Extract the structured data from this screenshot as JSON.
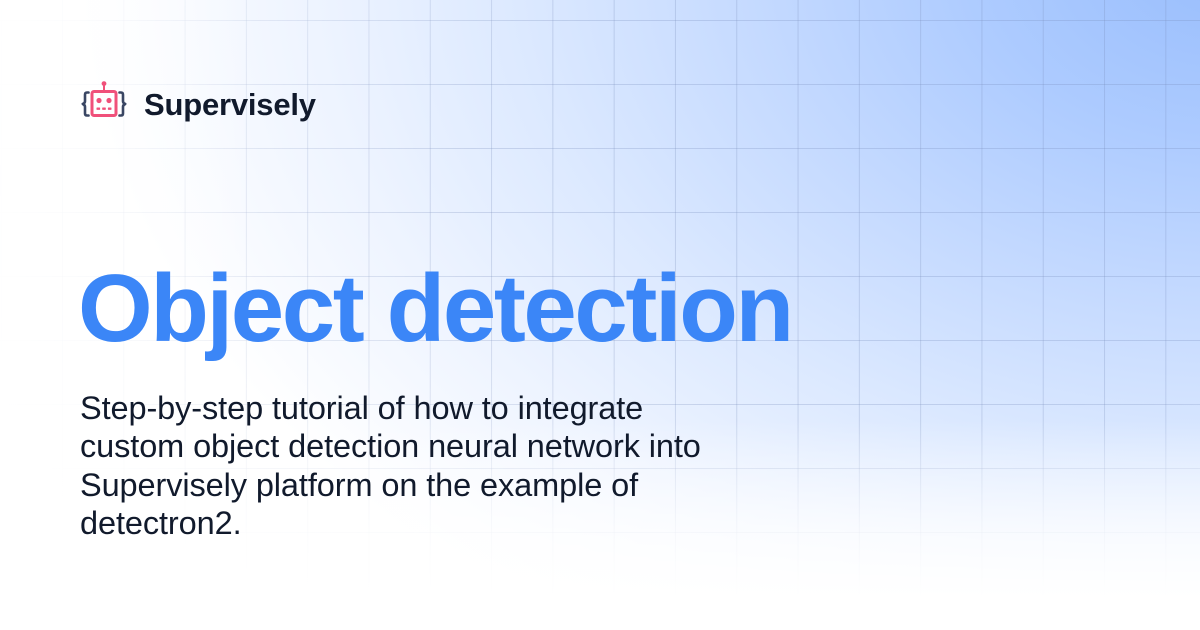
{
  "brand": {
    "name": "Supervisely",
    "logo_icon": "robot-braces-icon",
    "logo_colors": {
      "robot": "#f0507a",
      "braces": "#3a4663"
    }
  },
  "title": "Object detection",
  "subtitle": {
    "lines": [
      "Step-by-step tutorial of how to integrate",
      "custom object detection neural network into",
      "Supervisely platform on the example of",
      "detectron2."
    ]
  },
  "colors": {
    "title": "#3b86f7",
    "text": "#111a2c",
    "gradient_accent": "#98bdfc",
    "background": "#ffffff"
  }
}
